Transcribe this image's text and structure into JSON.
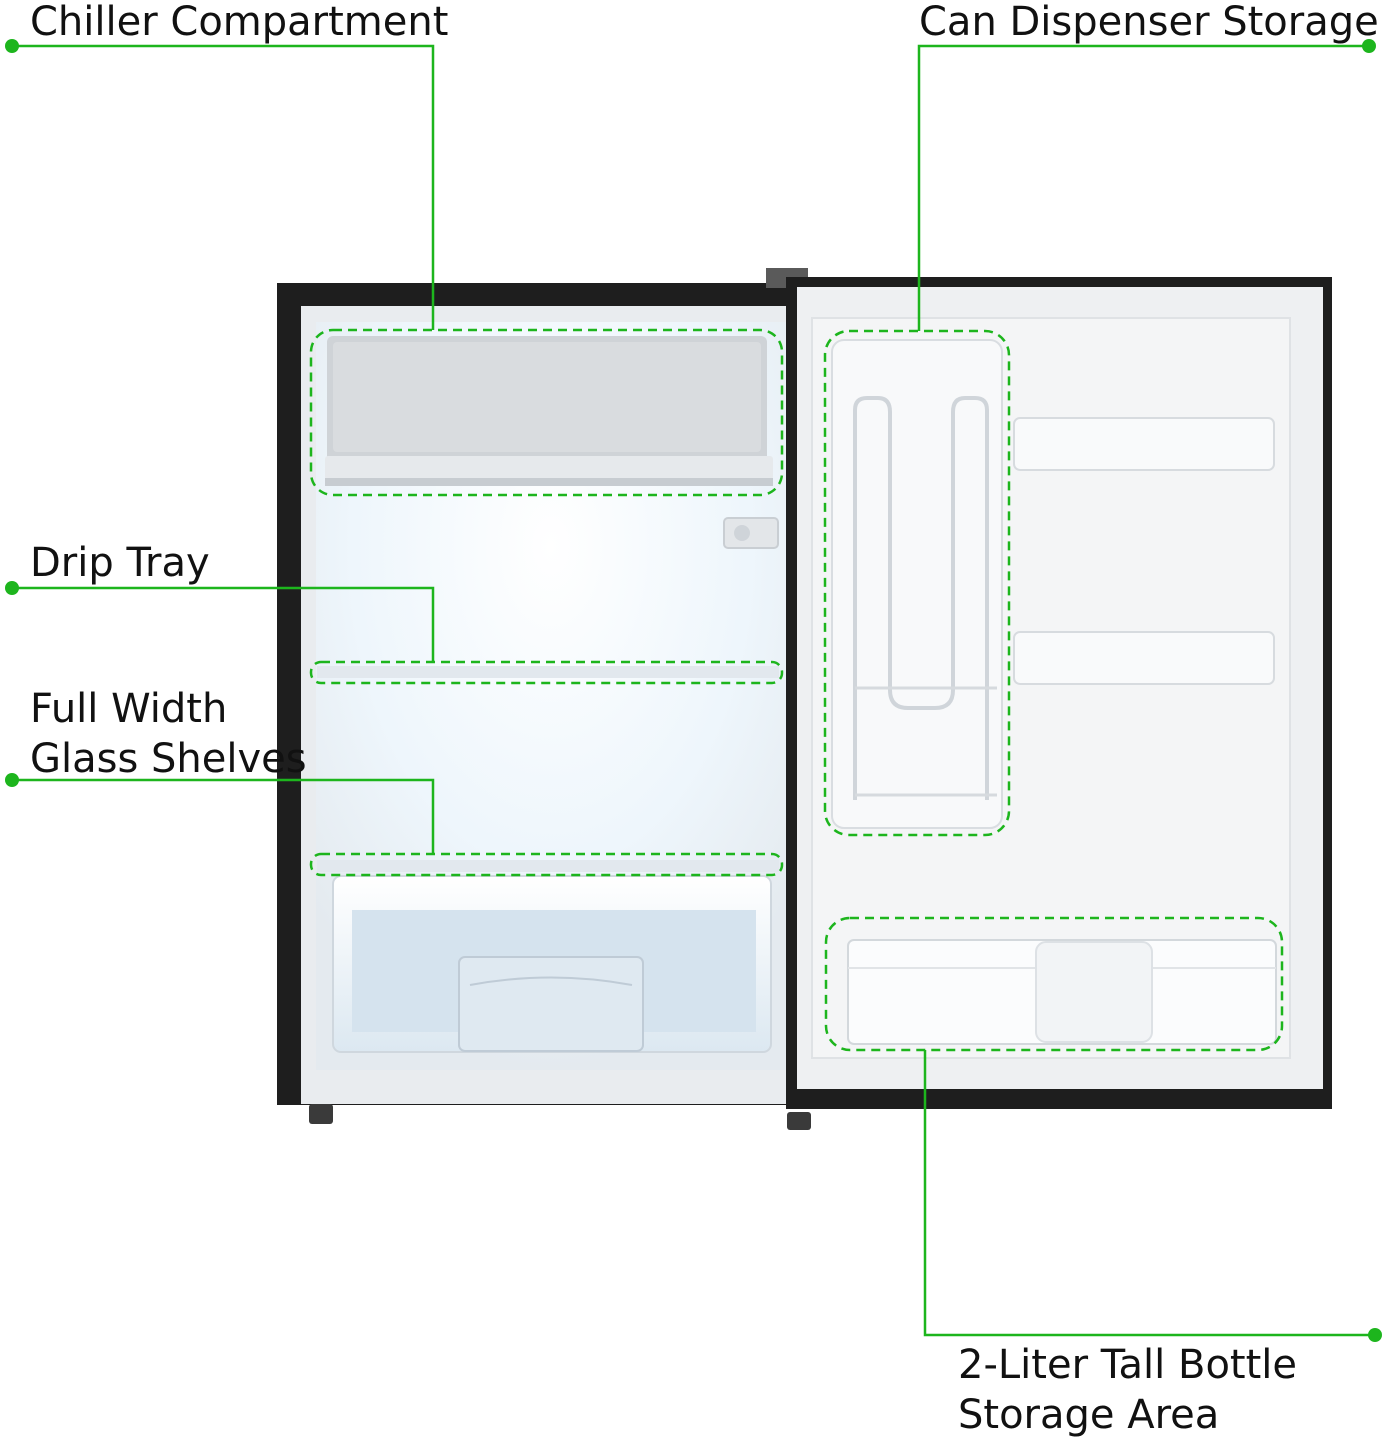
{
  "colors": {
    "accent": "#1db51d",
    "cabinet": "#1e1e1e",
    "liner": "#eef0f2",
    "light_glow": "#f1f8fd"
  },
  "callouts": {
    "chiller": {
      "label": "Chiller Compartment"
    },
    "can_dispenser": {
      "label": "Can Dispenser Storage"
    },
    "drip_tray": {
      "label": "Drip Tray"
    },
    "shelves": {
      "line1": "Full Width",
      "line2": "Glass Shelves"
    },
    "bottle_storage": {
      "line1": "2-Liter Tall Bottle",
      "line2": "Storage Area"
    }
  }
}
